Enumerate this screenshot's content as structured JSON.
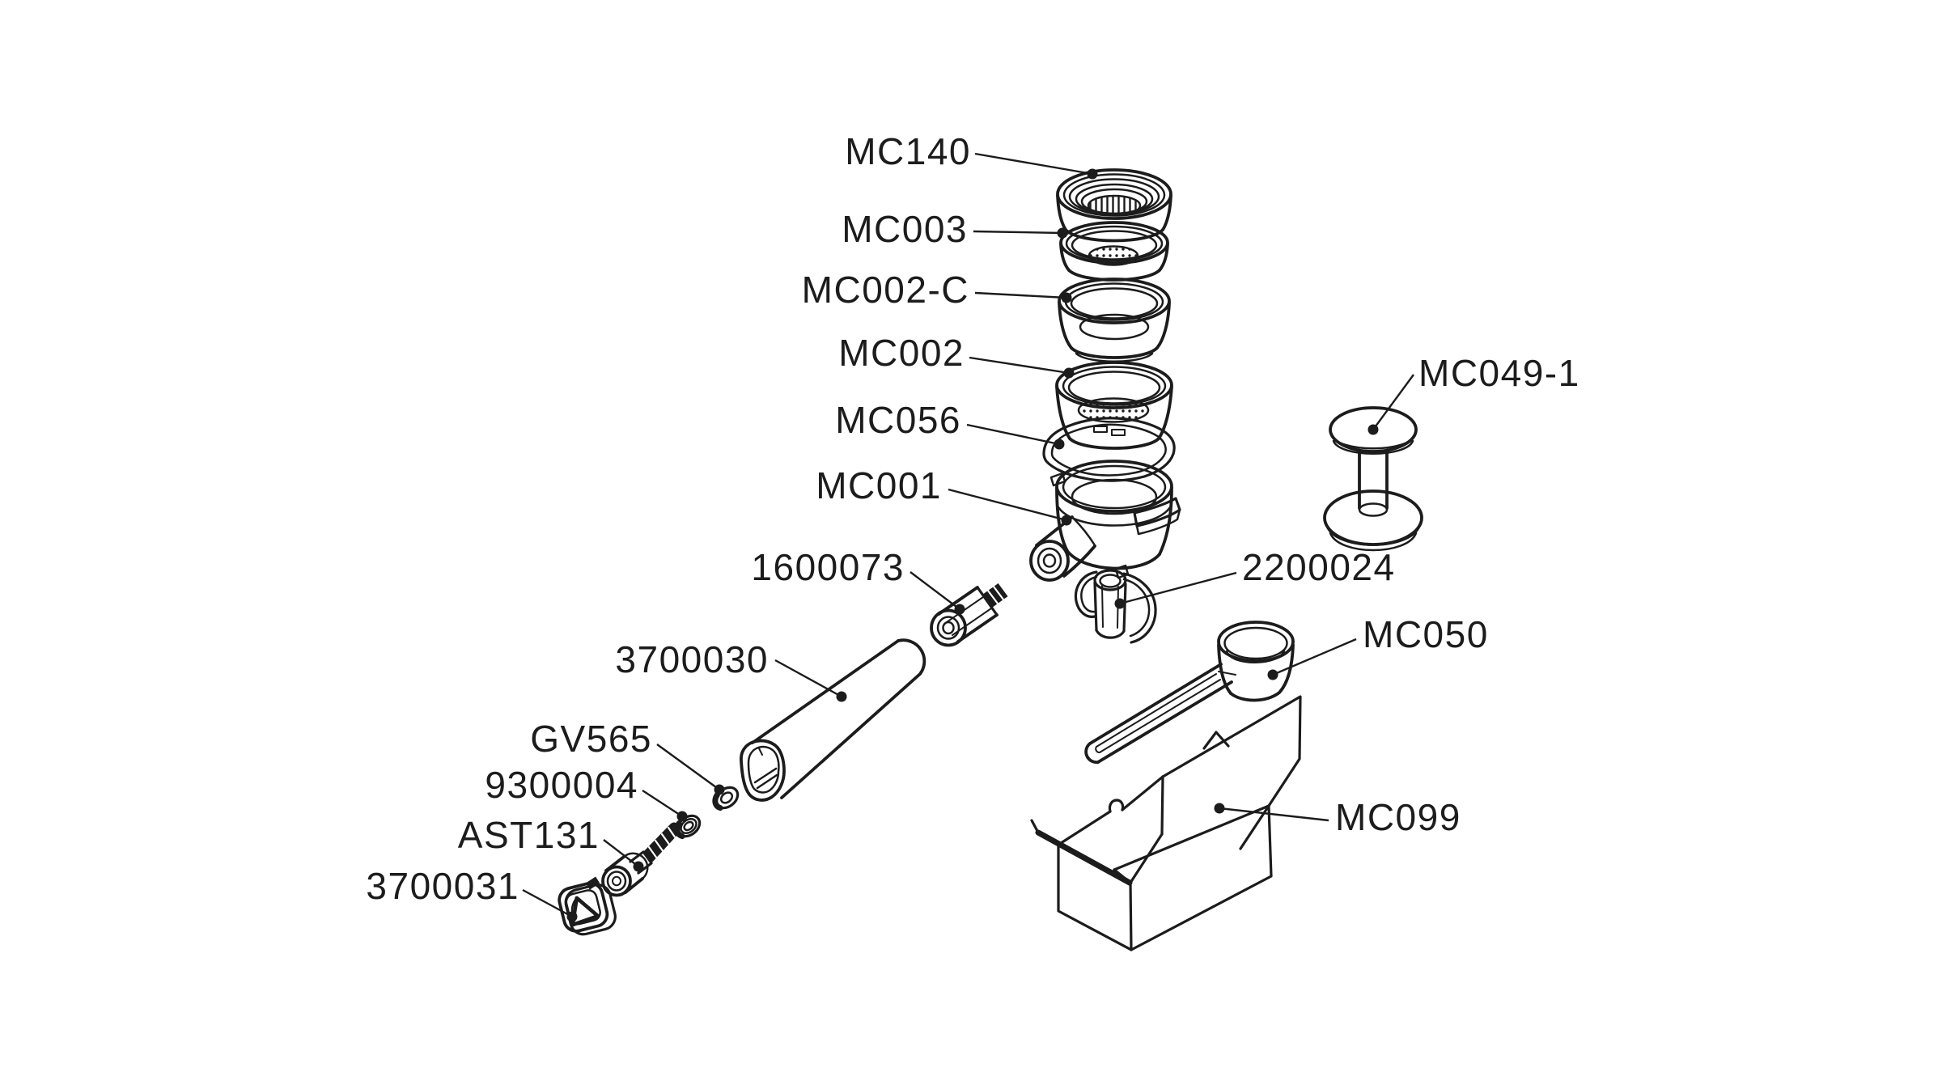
{
  "diagram": {
    "type": "exploded-parts-diagram",
    "subject": "portafilter-assembly",
    "background": "#ffffff",
    "line_color": "#1c1c1c",
    "parts": [
      {
        "label": "MC140"
      },
      {
        "label": "MC003"
      },
      {
        "label": "MC002-C"
      },
      {
        "label": "MC002"
      },
      {
        "label": "MC056"
      },
      {
        "label": "MC001"
      },
      {
        "label": "1600073"
      },
      {
        "label": "3700030"
      },
      {
        "label": "GV565"
      },
      {
        "label": "9300004"
      },
      {
        "label": "AST131"
      },
      {
        "label": "3700031"
      },
      {
        "label": "MC049-1"
      },
      {
        "label": "2200024"
      },
      {
        "label": "MC050"
      },
      {
        "label": "MC099"
      }
    ]
  }
}
